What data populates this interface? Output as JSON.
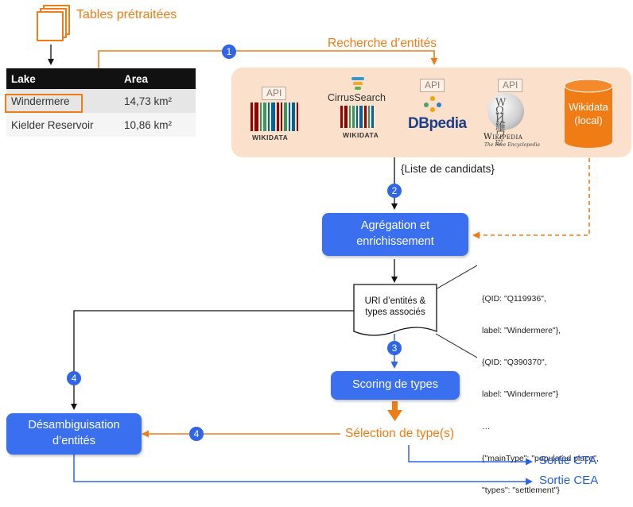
{
  "header": {
    "tables_label": "Tables prétraitées"
  },
  "table": {
    "columns": [
      "Lake",
      "Area"
    ],
    "rows": [
      {
        "lake": "Windermere",
        "area": "14,73 km²"
      },
      {
        "lake": "Kielder Reservoir",
        "area": "10,86 km²"
      }
    ]
  },
  "steps": {
    "s1": {
      "badge": "1",
      "label": "Recherche d’entités"
    },
    "s2": {
      "badge": "2",
      "label": "{Liste de candidats}"
    },
    "s3": {
      "badge": "3"
    },
    "s4a": {
      "badge": "4"
    },
    "s4b": {
      "badge": "4"
    }
  },
  "sources": {
    "api_tag": "API",
    "cirrus_label": "CirrusSearch",
    "wikidata_caption": "WIKIDATA",
    "dbpedia_label": "DBpedia",
    "wikipedia_label": "Wikipedia",
    "wikipedia_sub": "The Free Encyclopedia",
    "local_label": "Wikidata (local)"
  },
  "boxes": {
    "aggregation": "Agrégation et enrichissement",
    "doc": "URI d’entités & types associés",
    "scoring": "Scoring de types",
    "disambiguation": "Désambiguisation d’entités",
    "selection": "Sélection de type(s)"
  },
  "code": {
    "lines": [
      "{QID: \"Q119936\",",
      "label: \"Windermere\"},",
      "{QID: \"Q390370\",",
      "label: \"Windermere\"}",
      "…",
      "{\"mainType\": \"populated place\",",
      "\"types\": \"settlement\"}"
    ]
  },
  "outputs": {
    "cta": "Sortie CTA",
    "cea": "Sortie CEA"
  },
  "colors": {
    "orange": "#f07c16",
    "blue": "#3a6ff0",
    "panel": "#fbe1cc"
  }
}
